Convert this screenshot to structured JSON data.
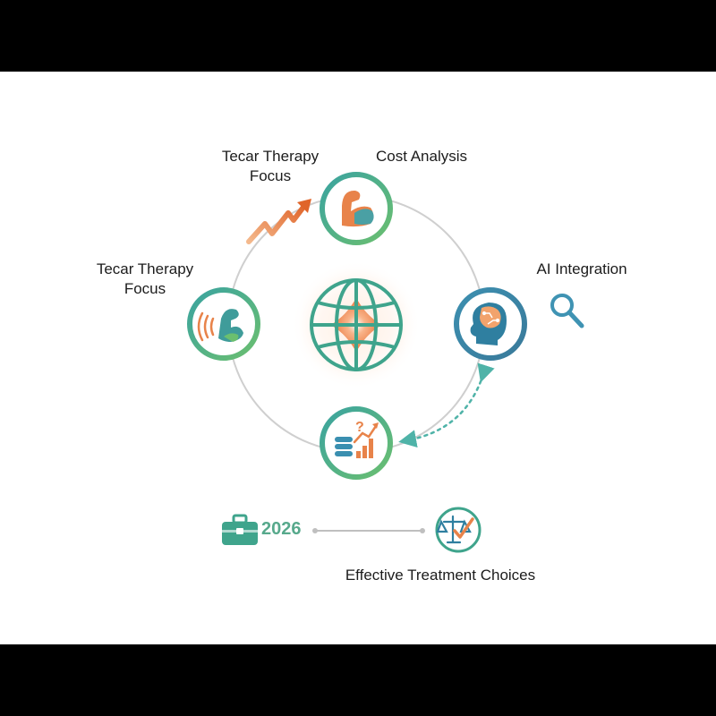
{
  "labels": {
    "tecar_top": [
      "Tecar Therapy",
      "Focus"
    ],
    "tecar_left": [
      "Tecar Therapy",
      "Focus"
    ],
    "cost_analysis": "Cost Analysis",
    "ai_integration": "AI Integration",
    "year": "2026",
    "effective_choices": "Effective Treatment Choices"
  },
  "colors": {
    "teal": "#3fa48c",
    "green": "#57b27a",
    "blue": "#3d86a6",
    "orange": "#e8834a",
    "dark_orange": "#d96a2c",
    "ring_gray": "#cfcfcf",
    "text": "#1c1c1c"
  },
  "icons": {
    "top": "flexed-arm-icon",
    "left": "flexed-arm-waves-icon",
    "right": "ai-brain-head-icon",
    "bottom": "coins-bar-chart-question-icon",
    "center": "globe-icon",
    "search": "magnifier-icon",
    "briefcase": "briefcase-icon",
    "scale": "balance-scale-check-icon"
  }
}
